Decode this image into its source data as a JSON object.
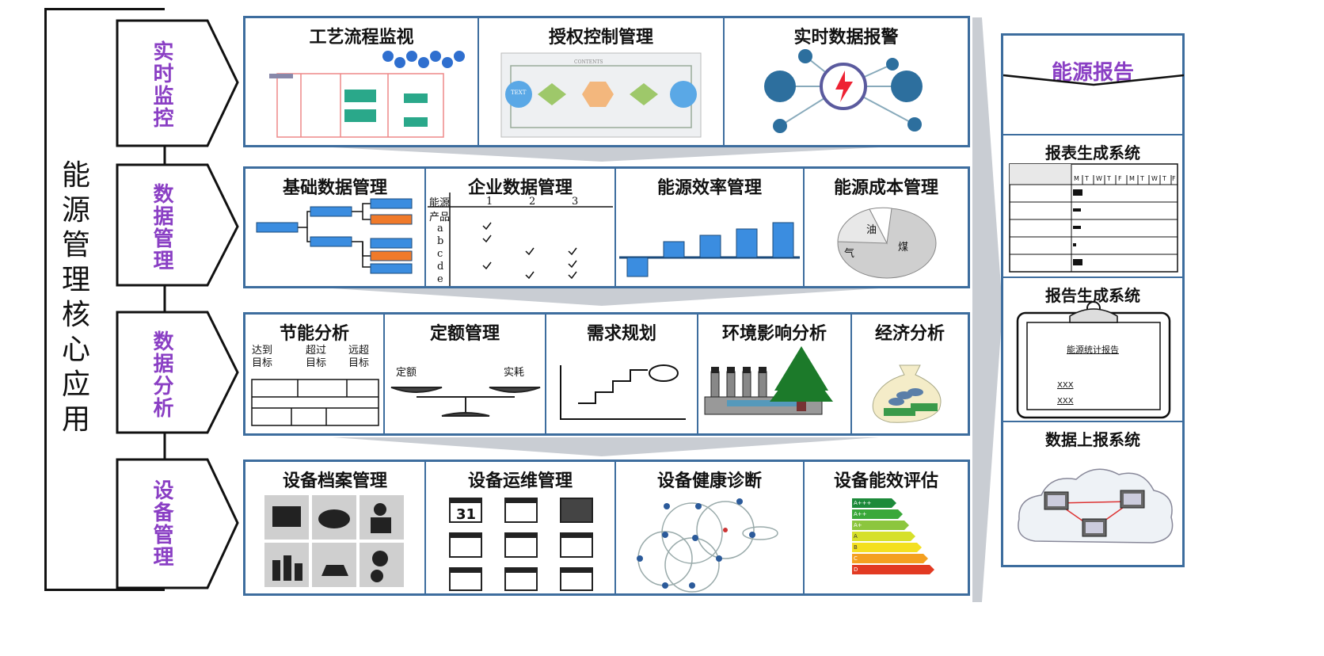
{
  "main_title": "能源管理核心应用",
  "categories": [
    "实时监控",
    "数据管理",
    "数据分析",
    "设备管理"
  ],
  "rows": [
    {
      "items": [
        "工艺流程监视",
        "授权控制管理",
        "实时数据报警"
      ]
    },
    {
      "items": [
        "基础数据管理",
        "企业数据管理",
        "能源效率管理",
        "能源成本管理"
      ]
    },
    {
      "items": [
        "节能分析",
        "定额管理",
        "需求规划",
        "环境影响分析",
        "经济分析"
      ]
    },
    {
      "items": [
        "设备档案管理",
        "设备运维管理",
        "设备健康诊断",
        "设备能效评估"
      ]
    }
  ],
  "right": {
    "header": "能源报告",
    "sections": [
      "报表生成系统",
      "报告生成系统",
      "数据上报系统"
    ],
    "report_doc_title": "能源统计报告",
    "report_doc_lines": [
      "XXX",
      "XXX"
    ],
    "table_header_cells": [
      "M",
      "T",
      "W",
      "T",
      "F",
      "M",
      "T",
      "W",
      "T",
      "F"
    ]
  },
  "flow_labels": {
    "flow_box": "TEXT",
    "contents": "CONTENTS"
  },
  "enterprise_matrix": {
    "row_label_top": "能源",
    "row_label_bottom": "产品",
    "cols": [
      "1",
      "2",
      "3"
    ],
    "rows": [
      "a",
      "b",
      "c",
      "d",
      "e"
    ]
  },
  "cost_pie": {
    "labels": [
      "油",
      "煤",
      "气"
    ]
  },
  "saving_labels": [
    "达到目标",
    "超过目标",
    "远超目标"
  ],
  "quota_labels": [
    "定额",
    "实耗"
  ],
  "energy_classes": [
    "A+++",
    "A++",
    "A+",
    "A",
    "B",
    "C",
    "D"
  ],
  "calendar_number": "31",
  "colors": {
    "border": "#3d6d9e",
    "category": "#8a3fc4",
    "blue": "#3b8de0",
    "orange": "#f07a2a"
  }
}
